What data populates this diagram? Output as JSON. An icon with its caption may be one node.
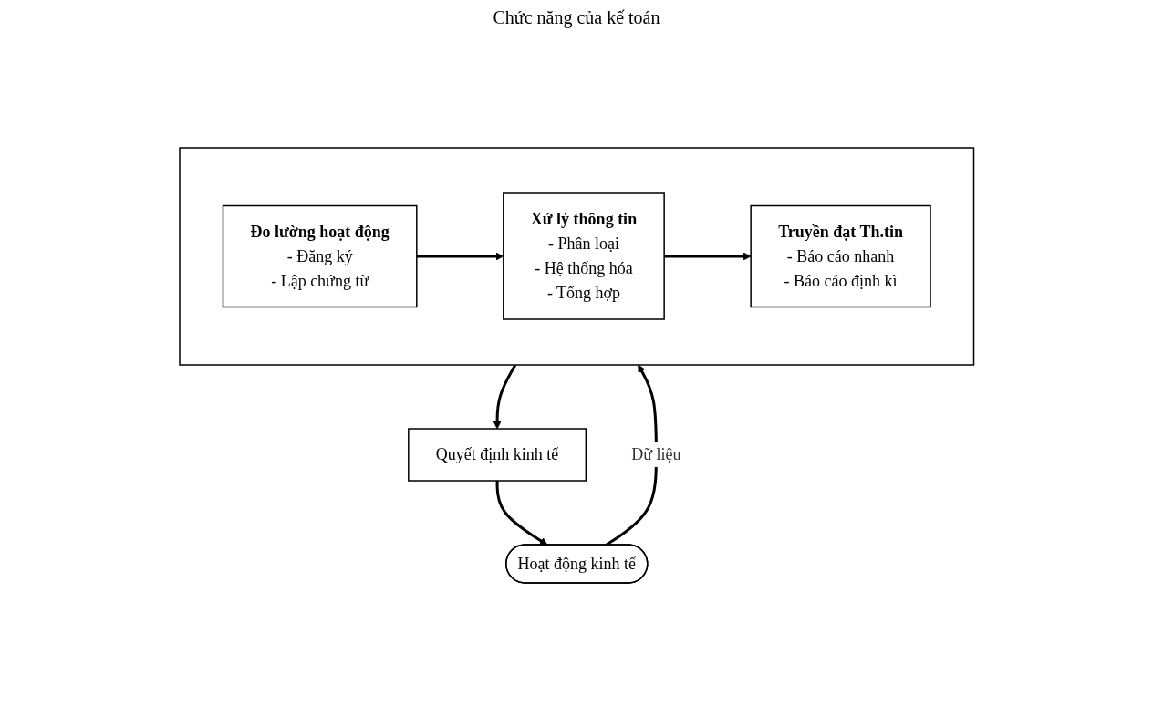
{
  "diagram": {
    "title": "Chức năng của kế toán",
    "nodes": [
      {
        "text": [
          "Hoạt động kinh tế"
        ]
      },
      {
        "text": [
          "Quyết định kinh tế"
        ]
      },
      {
        "text": [],
        "shape": "box"
      },
      {
        "text": [
          "Đo lường hoạt động",
          "- Đăng ký",
          "- Lập chứng từ"
        ],
        "in": 2
      },
      {
        "text": [
          "Xử lý thông tin",
          "- Phân loại",
          "- Hệ thống hóa",
          "- Tổng hợp"
        ],
        "in": 2
      },
      {
        "text": [
          "Truyền đạt Th.tin",
          "- Báo cáo nhanh",
          "- Báo cáo định kì"
        ],
        "in": 2
      }
    ],
    "edges": [
      {
        "from": 1,
        "to": 0,
        "arrow": "to"
      },
      {
        "from": 0,
        "to": 2,
        "arrow": "to",
        "label": "Dữ liệu"
      },
      {
        "from": 2,
        "to": 1,
        "arrow": "to"
      },
      {
        "from": 3,
        "to": 4,
        "arrow": "to"
      },
      {
        "from": 4,
        "to": 5,
        "arrow": "to"
      }
    ]
  }
}
